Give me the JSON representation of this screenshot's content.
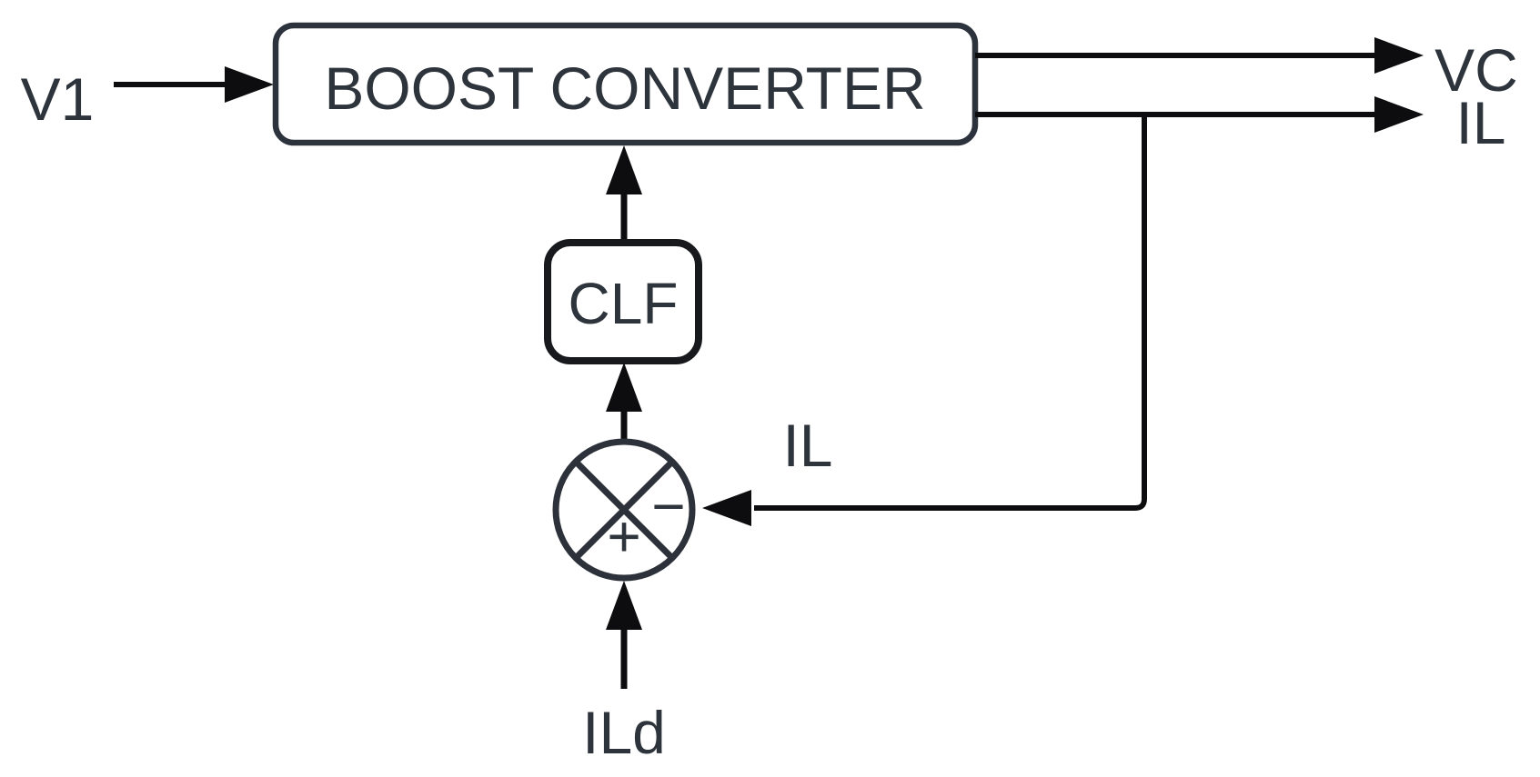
{
  "diagram": {
    "type": "control-block-diagram",
    "background": "#ffffff",
    "colors": {
      "connector": "#0d0d0f",
      "block_border": "#2d333d",
      "clf_border": "#17191d",
      "junction_stroke": "#2c313a",
      "text": "#2e343c"
    },
    "blocks": {
      "boost": {
        "label": "BOOST CONVERTER"
      },
      "clf": {
        "label": "CLF"
      }
    },
    "summing_junction": {
      "plus_sign": "+",
      "minus_sign": "−"
    },
    "signals": {
      "input": "V1",
      "output_voltage": "VC",
      "output_current": "IL",
      "feedback": "IL",
      "current_reference": "ILd"
    }
  }
}
